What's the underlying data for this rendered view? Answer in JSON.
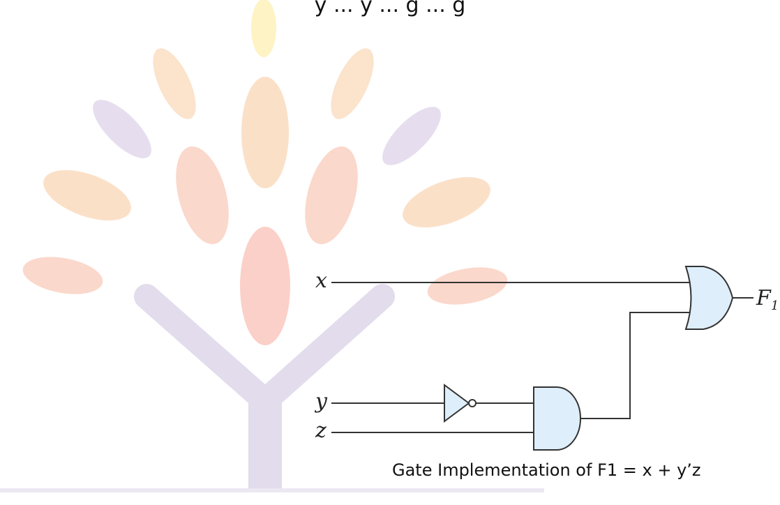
{
  "header": {
    "partial_text": "y ... y ... g ... g"
  },
  "circuit": {
    "inputs": [
      "x",
      "y",
      "z"
    ],
    "output": {
      "label": "F",
      "subscript": "1"
    },
    "gates": [
      {
        "type": "NOT",
        "input": "y"
      },
      {
        "type": "AND",
        "inputs": [
          "y'",
          "z"
        ]
      },
      {
        "type": "OR",
        "inputs": [
          "x",
          "y'z"
        ],
        "output": "F1"
      }
    ]
  },
  "caption": "Gate Implementation of F1 = x + y’z",
  "colors": {
    "gate_fill": "#deeefa",
    "wire": "#333333",
    "watermark_leaf_peach": "#fbe0c8",
    "watermark_leaf_pink": "#fbd0c8",
    "watermark_leaf_lavender": "#e6deee",
    "watermark_trunk": "#e2dcec"
  }
}
